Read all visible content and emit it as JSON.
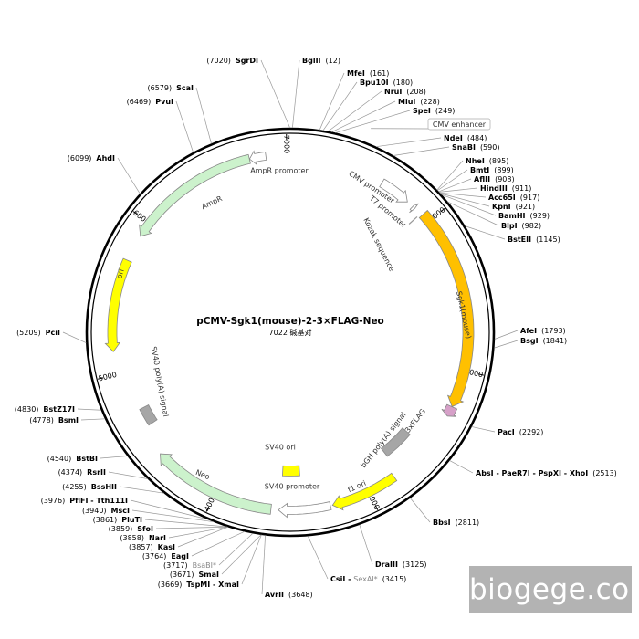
{
  "plasmid": {
    "name": "pCMV-Sgk1(mouse)-2-3×FLAG-Neo",
    "size_label": "7022 碱基对",
    "length": 7022
  },
  "ticks": [
    {
      "pos": 1000,
      "label": "1000"
    },
    {
      "pos": 2000,
      "label": "2000"
    },
    {
      "pos": 3000,
      "label": "3000"
    },
    {
      "pos": 4000,
      "label": "4000"
    },
    {
      "pos": 5000,
      "label": "5000"
    },
    {
      "pos": 6000,
      "label": "6000"
    },
    {
      "pos": 7000,
      "label": "7000"
    }
  ],
  "features": [
    {
      "name": "CMV enhancer",
      "start": 235,
      "end": 614,
      "dir": "none",
      "color": "#ffffff",
      "track": "outer",
      "label": "CMV enhancer"
    },
    {
      "name": "CMV promoter",
      "start": 615,
      "end": 818,
      "dir": "fwd",
      "color": "#ffffff",
      "track": "outer",
      "label": "CMV promoter"
    },
    {
      "name": "T7 promoter",
      "start": 863,
      "end": 881,
      "dir": "fwd",
      "color": "#ffffff",
      "track": "outer",
      "label": "T7 promoter"
    },
    {
      "name": "Kozak sequence",
      "start": 926,
      "end": 935,
      "dir": "none",
      "color": "#ffffff",
      "track": "outer",
      "label": "Kozak sequence"
    },
    {
      "name": "Sgk1(mouse)",
      "start": 944,
      "end": 2237,
      "dir": "fwd",
      "color": "#ffc000",
      "track": "main",
      "label": "Sgk1(mouse)"
    },
    {
      "name": "3xFLAG",
      "start": 2238,
      "end": 2303,
      "dir": "fwd",
      "color": "#d6a0c8",
      "track": "main",
      "label": "3xFLAG"
    },
    {
      "name": "bGH poly(A) signal",
      "start": 2545,
      "end": 2769,
      "dir": "none",
      "color": "#a6a6a6",
      "track": "main",
      "label": "bGH poly(A) signal"
    },
    {
      "name": "f1 ori",
      "start": 2815,
      "end": 3243,
      "dir": "fwd",
      "color": "#ffff00",
      "track": "main",
      "label": "f1 ori"
    },
    {
      "name": "SV40 promoter",
      "start": 3257,
      "end": 3586,
      "dir": "fwd",
      "color": "#ffffff",
      "track": "main",
      "label": "SV40 promoter"
    },
    {
      "name": "SV40 ori",
      "start": 3437,
      "end": 3572,
      "dir": "none",
      "color": "#ffff00",
      "track": "inner",
      "label": "SV40 ori"
    },
    {
      "name": "Neo",
      "start": 3633,
      "end": 4427,
      "dir": "fwd",
      "color": "#ccf2cc",
      "track": "main",
      "label": "Neo"
    },
    {
      "name": "SV40 poly(A) signal",
      "start": 4617,
      "end": 4738,
      "dir": "none",
      "color": "#a6a6a6",
      "track": "main",
      "label": "SV40 poly(A) signal"
    },
    {
      "name": "ori",
      "start": 5144,
      "end": 5732,
      "dir": "rev",
      "color": "#ffff00",
      "track": "main",
      "label": "ori"
    },
    {
      "name": "AmpR",
      "start": 5903,
      "end": 6763,
      "dir": "rev",
      "color": "#ccf2cc",
      "track": "main",
      "label": "AmpR"
    },
    {
      "name": "AmpR promoter",
      "start": 6764,
      "end": 6868,
      "dir": "rev",
      "color": "#ffffff",
      "track": "main",
      "label": "AmpR promoter"
    }
  ],
  "sites": [
    {
      "name": "SgrDI",
      "pos": "7020",
      "gray": false
    },
    {
      "name": "BglII",
      "pos": "12",
      "gray": false
    },
    {
      "name": "MfeI",
      "pos": "161",
      "gray": false
    },
    {
      "name": "Bpu10I",
      "pos": "180",
      "gray": false
    },
    {
      "name": "NruI",
      "pos": "208",
      "gray": false
    },
    {
      "name": "MluI",
      "pos": "228",
      "gray": false
    },
    {
      "name": "SpeI",
      "pos": "249",
      "gray": false
    },
    {
      "name": "NdeI",
      "pos": "484",
      "gray": false
    },
    {
      "name": "SnaBI",
      "pos": "590",
      "gray": false
    },
    {
      "name": "NheI",
      "pos": "895",
      "gray": false
    },
    {
      "name": "BmtI",
      "pos": "899",
      "gray": false
    },
    {
      "name": "AflII",
      "pos": "908",
      "gray": false
    },
    {
      "name": "HindIII",
      "pos": "911",
      "gray": false
    },
    {
      "name": "Acc65I",
      "pos": "917",
      "gray": false
    },
    {
      "name": "KpnI",
      "pos": "921",
      "gray": false
    },
    {
      "name": "BamHI",
      "pos": "929",
      "gray": false
    },
    {
      "name": "BlpI",
      "pos": "982",
      "gray": false
    },
    {
      "name": "BstEII",
      "pos": "1145",
      "gray": false
    },
    {
      "name": "AfeI",
      "pos": "1793",
      "gray": false
    },
    {
      "name": "BsgI",
      "pos": "1841",
      "gray": false
    },
    {
      "name": "PacI",
      "pos": "2292",
      "gray": false
    },
    {
      "name": "AbsI - PaeR7I - PspXI - XhoI",
      "pos": "2513",
      "gray": false
    },
    {
      "name": "BbsI",
      "pos": "2811",
      "gray": false
    },
    {
      "name": "DraIII",
      "pos": "3125",
      "gray": false
    },
    {
      "name": "CsiI - ",
      "pos": "3415",
      "gray": false,
      "extra": "SexAI*"
    },
    {
      "name": "AvrII",
      "pos": "3648",
      "gray": false
    },
    {
      "name": "TspMI - XmaI",
      "pos": "3669",
      "gray": false
    },
    {
      "name": "SmaI",
      "pos": "3671",
      "gray": false
    },
    {
      "name": "BsaBI*",
      "pos": "3717",
      "gray": true
    },
    {
      "name": "EagI",
      "pos": "3764",
      "gray": false
    },
    {
      "name": "KasI",
      "pos": "3857",
      "gray": false
    },
    {
      "name": "NarI",
      "pos": "3858",
      "gray": false
    },
    {
      "name": "SfoI",
      "pos": "3859",
      "gray": false
    },
    {
      "name": "PluTI",
      "pos": "3861",
      "gray": false
    },
    {
      "name": "MscI",
      "pos": "3940",
      "gray": false
    },
    {
      "name": "PflFI - Tth111I",
      "pos": "3976",
      "gray": false
    },
    {
      "name": "BssHII",
      "pos": "4255",
      "gray": false
    },
    {
      "name": "RsrII",
      "pos": "4374",
      "gray": false
    },
    {
      "name": "BstBI",
      "pos": "4540",
      "gray": false
    },
    {
      "name": "BsmI",
      "pos": "4778",
      "gray": false
    },
    {
      "name": "BstZ17I",
      "pos": "4830",
      "gray": false
    },
    {
      "name": "PciI",
      "pos": "5209",
      "gray": false
    },
    {
      "name": "AhdI",
      "pos": "6099",
      "gray": false
    },
    {
      "name": "PvuI",
      "pos": "6469",
      "gray": false
    },
    {
      "name": "ScaI",
      "pos": "6579",
      "gray": false
    }
  ],
  "watermark": "biogege.com"
}
